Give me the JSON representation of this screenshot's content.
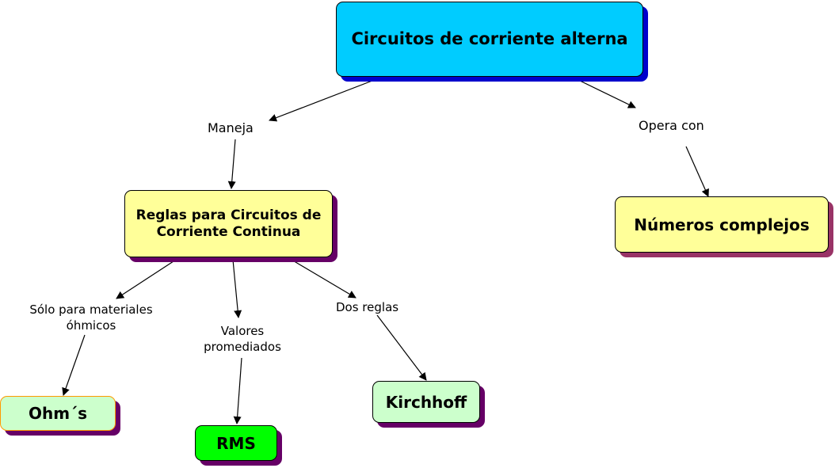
{
  "concept_map": {
    "nodes": {
      "root": {
        "text": "Circuitos de corriente alterna",
        "fill": "#00ccff",
        "shadow": "#0000cc"
      },
      "rules": {
        "text": "Reglas para Circuitos de Corriente Continua",
        "fill": "#ffff99",
        "shadow": "#660066"
      },
      "complex": {
        "text": "Números complejos",
        "fill": "#ffff99",
        "shadow": "#993366"
      },
      "ohms": {
        "text": "Ohm´s",
        "fill": "#ccffcc",
        "shadow": "#660066",
        "border": "#ff9900"
      },
      "rms": {
        "text": "RMS",
        "fill": "#00ff00",
        "shadow": "#660066"
      },
      "kirchhoff": {
        "text": "Kirchhoff",
        "fill": "#ccffcc",
        "shadow": "#660066"
      }
    },
    "link_labels": {
      "maneja": "Maneja",
      "opera": "Opera con",
      "solo_line1": "Sólo para materiales",
      "solo_line2": "óhmicos",
      "valores_line1": "Valores",
      "valores_line2": "promediados",
      "dos": "Dos reglas"
    }
  }
}
